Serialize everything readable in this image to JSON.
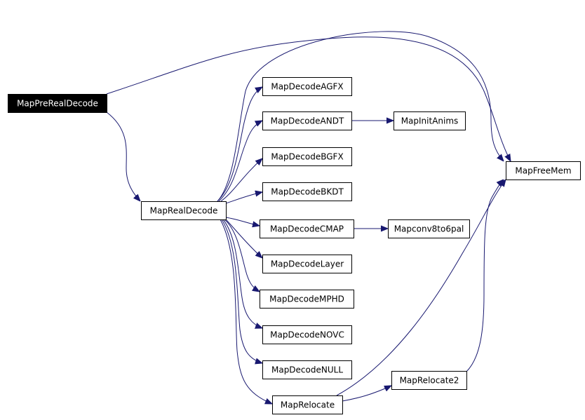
{
  "diagram": {
    "edge_color": "#191970",
    "root_fill": "#000000",
    "root_text_color": "#ffffff",
    "nodes": [
      {
        "id": "MapPreRealDecode",
        "label": "MapPreRealDecode",
        "root": true
      },
      {
        "id": "MapRealDecode",
        "label": "MapRealDecode"
      },
      {
        "id": "MapDecodeAGFX",
        "label": "MapDecodeAGFX"
      },
      {
        "id": "MapDecodeANDT",
        "label": "MapDecodeANDT"
      },
      {
        "id": "MapInitAnims",
        "label": "MapInitAnims"
      },
      {
        "id": "MapDecodeBGFX",
        "label": "MapDecodeBGFX"
      },
      {
        "id": "MapDecodeBKDT",
        "label": "MapDecodeBKDT"
      },
      {
        "id": "MapDecodeCMAP",
        "label": "MapDecodeCMAP"
      },
      {
        "id": "Mapconv8to6pal",
        "label": "Mapconv8to6pal"
      },
      {
        "id": "MapDecodeLayer",
        "label": "MapDecodeLayer"
      },
      {
        "id": "MapDecodeMPHD",
        "label": "MapDecodeMPHD"
      },
      {
        "id": "MapDecodeNOVC",
        "label": "MapDecodeNOVC"
      },
      {
        "id": "MapDecodeNULL",
        "label": "MapDecodeNULL"
      },
      {
        "id": "MapRelocate",
        "label": "MapRelocate"
      },
      {
        "id": "MapRelocate2",
        "label": "MapRelocate2"
      },
      {
        "id": "MapFreeMem",
        "label": "MapFreeMem"
      }
    ],
    "edges": [
      {
        "from": "MapPreRealDecode",
        "to": "MapFreeMem"
      },
      {
        "from": "MapPreRealDecode",
        "to": "MapRealDecode"
      },
      {
        "from": "MapRealDecode",
        "to": "MapFreeMem"
      },
      {
        "from": "MapRealDecode",
        "to": "MapDecodeAGFX"
      },
      {
        "from": "MapRealDecode",
        "to": "MapDecodeANDT"
      },
      {
        "from": "MapRealDecode",
        "to": "MapDecodeBGFX"
      },
      {
        "from": "MapRealDecode",
        "to": "MapDecodeBKDT"
      },
      {
        "from": "MapRealDecode",
        "to": "MapDecodeCMAP"
      },
      {
        "from": "MapRealDecode",
        "to": "MapDecodeLayer"
      },
      {
        "from": "MapRealDecode",
        "to": "MapDecodeMPHD"
      },
      {
        "from": "MapRealDecode",
        "to": "MapDecodeNOVC"
      },
      {
        "from": "MapRealDecode",
        "to": "MapDecodeNULL"
      },
      {
        "from": "MapRealDecode",
        "to": "MapRelocate"
      },
      {
        "from": "MapDecodeANDT",
        "to": "MapInitAnims"
      },
      {
        "from": "MapDecodeCMAP",
        "to": "Mapconv8to6pal"
      },
      {
        "from": "MapRelocate",
        "to": "MapRelocate2"
      },
      {
        "from": "MapRelocate",
        "to": "MapFreeMem"
      },
      {
        "from": "MapRelocate2",
        "to": "MapFreeMem"
      }
    ]
  }
}
